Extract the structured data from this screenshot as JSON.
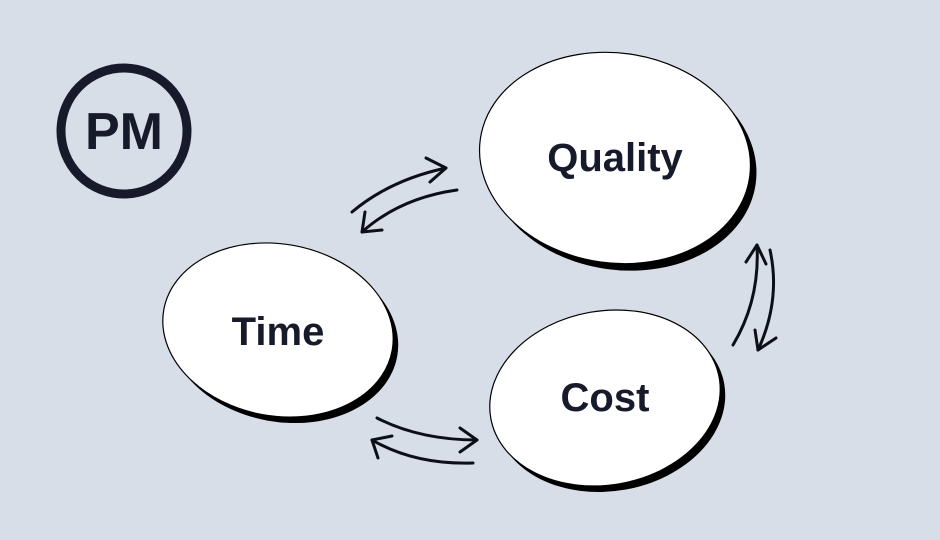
{
  "logo": {
    "text": "PM"
  },
  "nodes": {
    "quality": "Quality",
    "time": "Time",
    "cost": "Cost"
  },
  "colors": {
    "background": "#d8dee7",
    "ink": "#161a2b",
    "node_fill": "#ffffff"
  }
}
